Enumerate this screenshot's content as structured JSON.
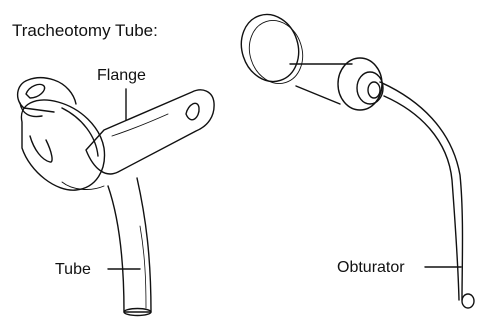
{
  "title": "Tracheotomy Tube:",
  "labels": {
    "flange": "Flange",
    "tube": "Tube",
    "obturator": "Obturator"
  },
  "colors": {
    "line": "#111111",
    "background": "#ffffff"
  }
}
